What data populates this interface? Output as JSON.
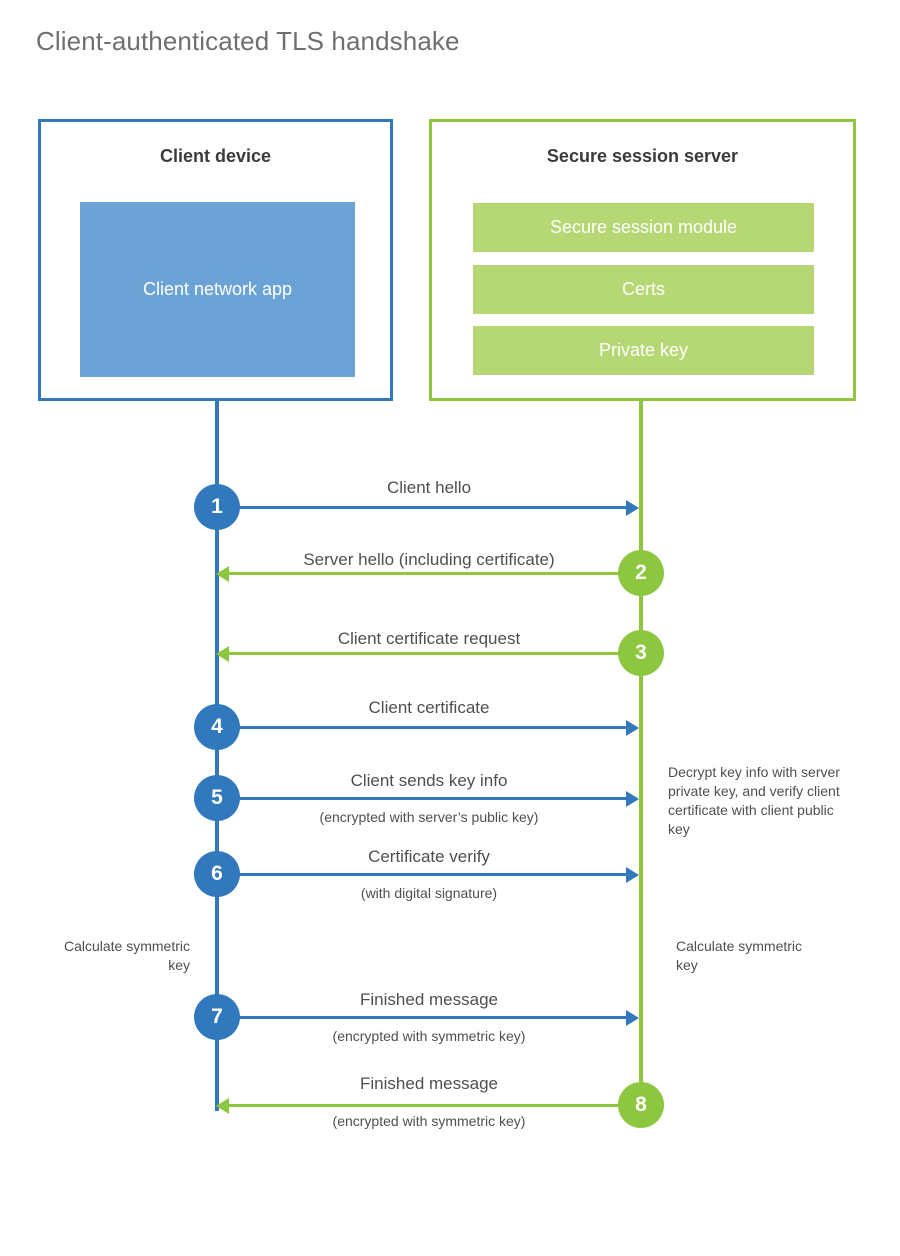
{
  "title": "Client-authenticated TLS handshake",
  "actors": {
    "client": {
      "title": "Client device",
      "app_label": "Client network app"
    },
    "server": {
      "title": "Secure session server",
      "components": [
        "Secure session module",
        "Certs",
        "Private key"
      ]
    }
  },
  "colors": {
    "client_border": "#3178bc",
    "client_app_fill": "#6ba3d6",
    "client_accent": "#3178bc",
    "server_border": "#8dc63f",
    "server_bar_fill": "#b5d874",
    "server_accent": "#8dc63f",
    "title_text": "#6f6f6f",
    "body_text": "#4f4f4f"
  },
  "messages": [
    {
      "number": "1",
      "label": "Client hello",
      "sublabel": "",
      "direction": "client-to-server",
      "color": "blue"
    },
    {
      "number": "2",
      "label": "Server hello (including certificate)",
      "sublabel": "",
      "direction": "server-to-client",
      "color": "green"
    },
    {
      "number": "3",
      "label": "Client certificate request",
      "sublabel": "",
      "direction": "server-to-client",
      "color": "green"
    },
    {
      "number": "4",
      "label": "Client certificate",
      "sublabel": "",
      "direction": "client-to-server",
      "color": "blue"
    },
    {
      "number": "5",
      "label": "Client sends key info",
      "sublabel": "(encrypted with server’s public key)",
      "direction": "client-to-server",
      "color": "blue"
    },
    {
      "number": "6",
      "label": "Certificate verify",
      "sublabel": "(with digital signature)",
      "direction": "client-to-server",
      "color": "blue"
    },
    {
      "number": "7",
      "label": "Finished message",
      "sublabel": "(encrypted with symmetric key)",
      "direction": "client-to-server",
      "color": "blue"
    },
    {
      "number": "8",
      "label": "Finished message",
      "sublabel": "(encrypted with symmetric key)",
      "direction": "server-to-client",
      "color": "green"
    }
  ],
  "notes": {
    "server_decrypt": "Decrypt key info with server private key, and verify client certificate with client public key",
    "client_calc": "Calculate symmetric key",
    "server_calc": "Calculate symmetric key"
  }
}
